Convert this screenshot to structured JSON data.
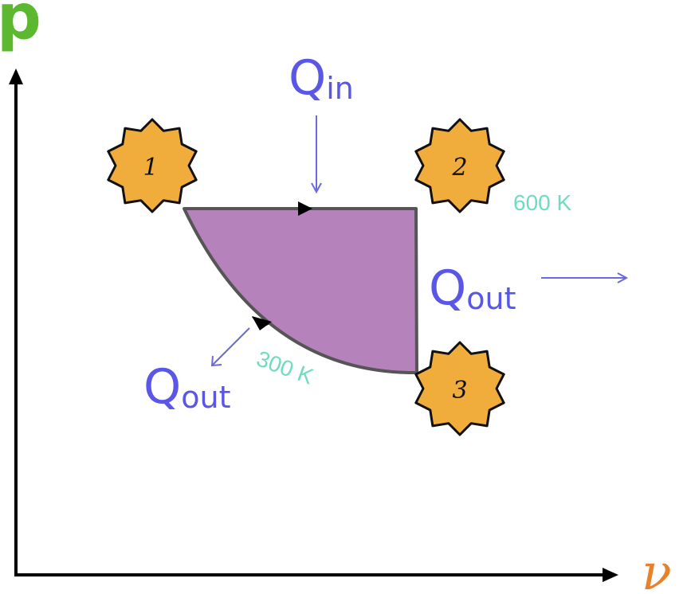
{
  "axes": {
    "y_label": "p",
    "x_label": "ν"
  },
  "states": [
    {
      "label": "1"
    },
    {
      "label": "2"
    },
    {
      "label": "3"
    }
  ],
  "heat_labels": {
    "q_in": {
      "main": "Q",
      "sub": "in"
    },
    "q_out_right": {
      "main": "Q",
      "sub": "out"
    },
    "q_out_left": {
      "main": "Q",
      "sub": "out"
    }
  },
  "temperatures": {
    "hot": "600 K",
    "cold": "300 K"
  },
  "colors": {
    "p_axis_label": "#5cb82e",
    "v_axis_label": "#e8822a",
    "heat_text": "#5a56e6",
    "heat_arrow": "#6c68e0",
    "temperature_text": "#6fdcbf",
    "cycle_fill": "#b582bc",
    "cycle_stroke": "#555555",
    "star_fill": "#f0ad3c",
    "star_stroke": "#111111",
    "axis": "#000000"
  }
}
